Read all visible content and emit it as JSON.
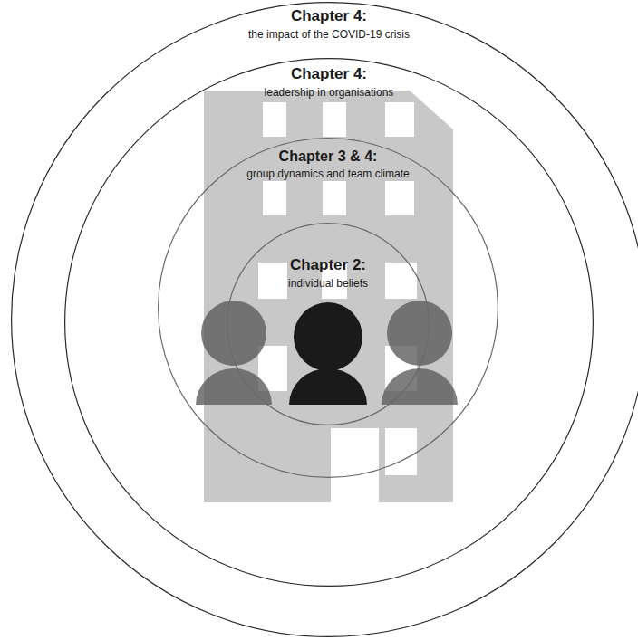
{
  "diagram": {
    "nodes": [
      {
        "text": [
          "Chapter 4:",
          "the impact of the COVID-19 crisis"
        ]
      },
      {
        "text": [
          "Chapter 4:",
          "leadership in organisations"
        ],
        "in": 0
      },
      {
        "text": [
          "Chapter 3 & 4:",
          "group dynamics and team climate"
        ],
        "in": 1
      },
      {
        "text": [
          "Chapter 2:",
          "individual beliefs"
        ],
        "in": 2
      }
    ]
  }
}
